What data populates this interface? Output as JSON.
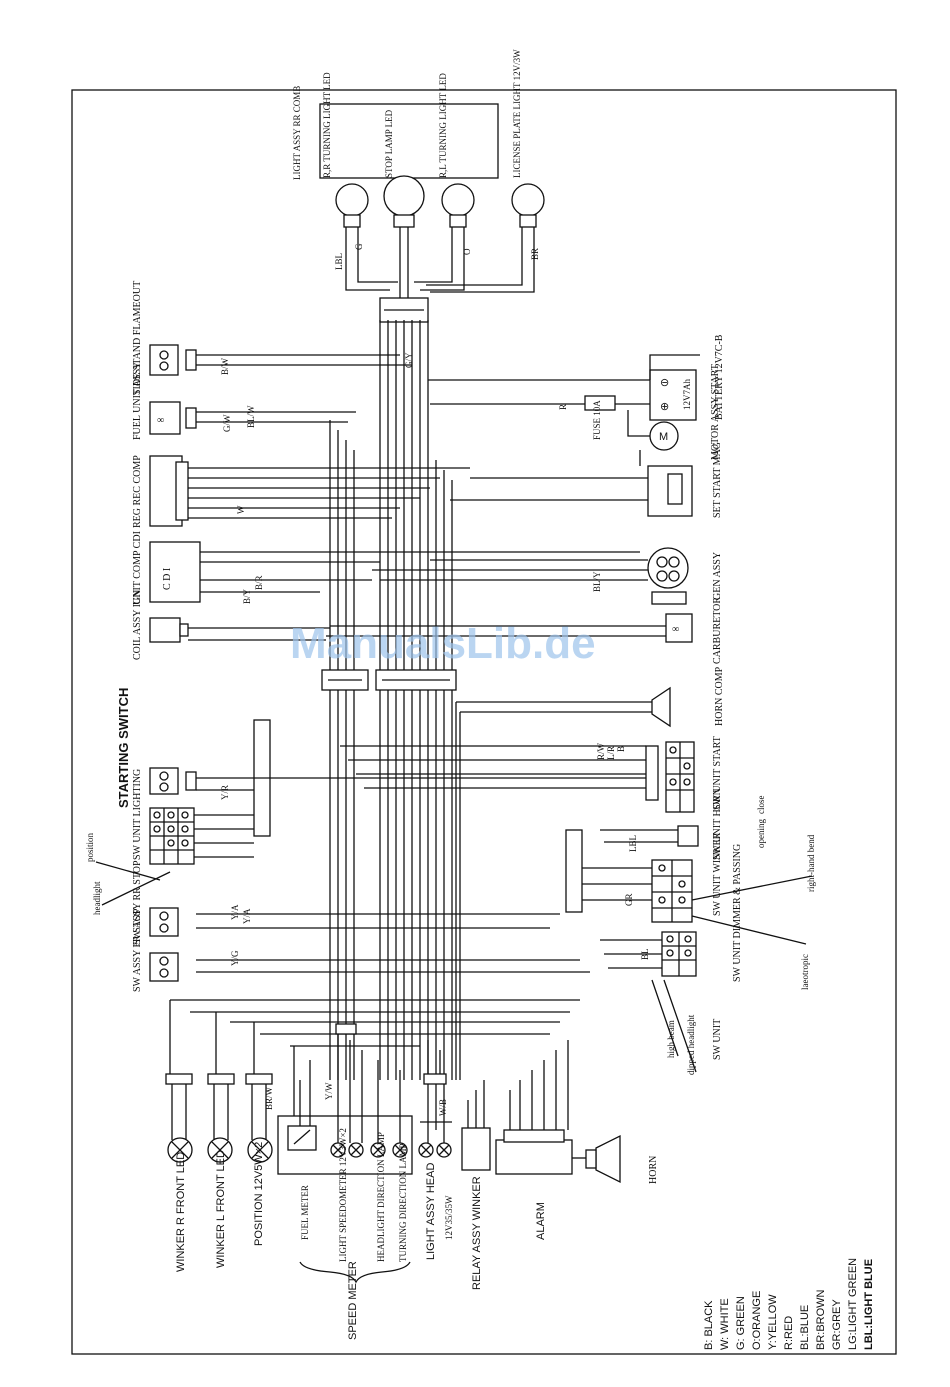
{
  "watermark": "ManualsLib.de",
  "components": {
    "rr_turning": "R,R TURNING LIGHT LED",
    "light_assy_rr_comb": "LIGHT ASSY RR COMB",
    "stop_lamp": "STOP LAMP LED",
    "rl_turning": "R,L TURNING LIGHT LED",
    "license_plate": "LICENSE PLATE LIGHT 12V/3W",
    "side_stand": "SIDE STAND FLAMEOUT",
    "fuel_unit": "FUEL UNIT ASSY",
    "reg_rec": "REG REC COMP",
    "cdi": "C D I",
    "cdi_unit": "UNIT COMP CDI",
    "coil": "COIL ASSY IGN",
    "starting_switch": "STARTING SWITCH",
    "sw_lighting": "SW UNIT LIGHTING",
    "sw_rr_stop": "SW ASSY RR STOP",
    "sw_fr_stop": "SW ASSY FR STOP",
    "battery": "BATTERY 12V7C-B",
    "battery_inner": "12V7Ah",
    "fuse": "FUSE 10A",
    "motor_start": "MOTOR ASSY START",
    "set_start_mag": "SET START MAG",
    "gen_assy": "GEN ASSY",
    "carburetor": "CARBURETOR",
    "horn_comp": "HORN COMP",
    "sw_start": "SW UNIT START",
    "sw_horn": "SW UNIT HORN",
    "sw_winker": "SW UNIT WINKER",
    "sw_dimmer": "SW UNIT DIMMER & PASSING",
    "winker_r_front": "WINKER R FRONT LED",
    "winker_l_front": "WINKER L FRONT LED",
    "position": "POSITION 12V5W×2",
    "fuel_meter": "FUEL METER",
    "light_speedometer": "LIGHT SPEEDOMETER 12V3W×2",
    "headlight_direction": "HEADLIGHT DIRECTION LAMP",
    "turning_direction": "TURNING DIRECTION LAMP",
    "speed_meter": "SPEED METER",
    "light_assy_head": "LIGHT ASSY HEAD",
    "light_assy_head_rating": "12V35/35W",
    "relay_winker": "RELAY ASSY WINKER",
    "alarm": "ALARM",
    "horn": "HORN"
  },
  "callouts": {
    "position": "position",
    "headlight": "headlight",
    "close": "close",
    "opening": "opening",
    "right_hand_bend": "right-hand bend",
    "laeotropic": "laeotropic",
    "high_beam": "high beam",
    "dipped_headlight": "dipped headlight"
  },
  "wire_codes": [
    "LBL",
    "G",
    "O",
    "BR",
    "G/Y",
    "B/W",
    "BL/W",
    "G/W",
    "R",
    "W",
    "BL/Y",
    "B/R",
    "B/Y",
    "Y/R",
    "LBL",
    "Y/W",
    "B",
    "L/R",
    "R/W",
    "W/B",
    "BL",
    "GR",
    "Y/A",
    "Y/G",
    "BR/W",
    "Y/A"
  ],
  "legend": [
    {
      "text": "B: BLACK",
      "bold": false
    },
    {
      "text": "W: WHITE",
      "bold": false
    },
    {
      "text": "G: GREEN",
      "bold": false
    },
    {
      "text": "O:ORANGE",
      "bold": false
    },
    {
      "text": "Y:YELLOW",
      "bold": false
    },
    {
      "text": "R:RED",
      "bold": false
    },
    {
      "text": "BL:BLUE",
      "bold": false
    },
    {
      "text": "BR:BROWN",
      "bold": false
    },
    {
      "text": "GR:GREY",
      "bold": false
    },
    {
      "text": "LG:LIGHT GREEN",
      "bold": false
    },
    {
      "text": "LBL:LIGHT BLUE",
      "bold": true
    }
  ]
}
